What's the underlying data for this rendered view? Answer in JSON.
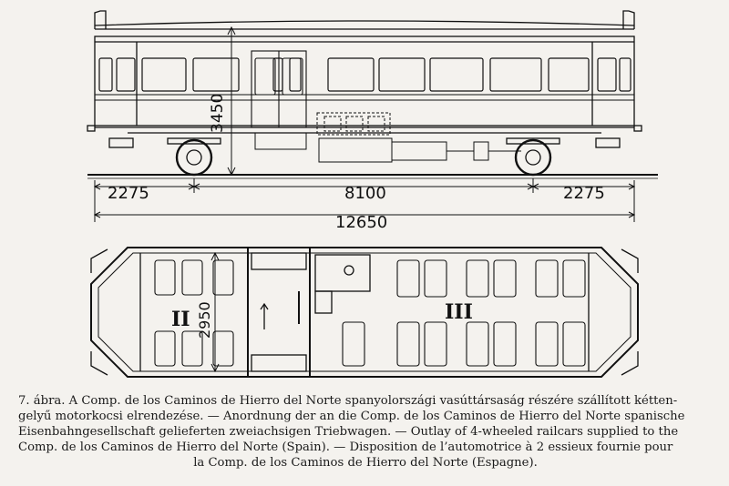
{
  "figure": {
    "dimensions": {
      "height": "3450",
      "overhang_left": "2275",
      "wheelbase": "8100",
      "overhang_right": "2275",
      "overall_length": "12650",
      "width": "2950"
    },
    "compartments": {
      "left": "II",
      "right": "III"
    }
  },
  "caption": {
    "line1": "7. ábra. A Comp. de los Caminos de Hierro del Norte spanyolországi vasúttársaság részére szállított kétten-",
    "line2": "gelyű motorkocsi elrendezése. — Anordnung der an die Comp. de los Caminos de Hierro del Norte spanische",
    "line3": "Eisenbahngesellschaft gelieferten zweiachsigen Triebwagen. — Outlay of 4-wheeled railcars supplied to the",
    "line4": "Comp. de los Caminos de Hierro del Norte (Spain). — Disposition de l’automotrice à 2 essieux fournie pour",
    "line5": "la Comp. de los Caminos de Hierro del Norte (Espagne)."
  }
}
